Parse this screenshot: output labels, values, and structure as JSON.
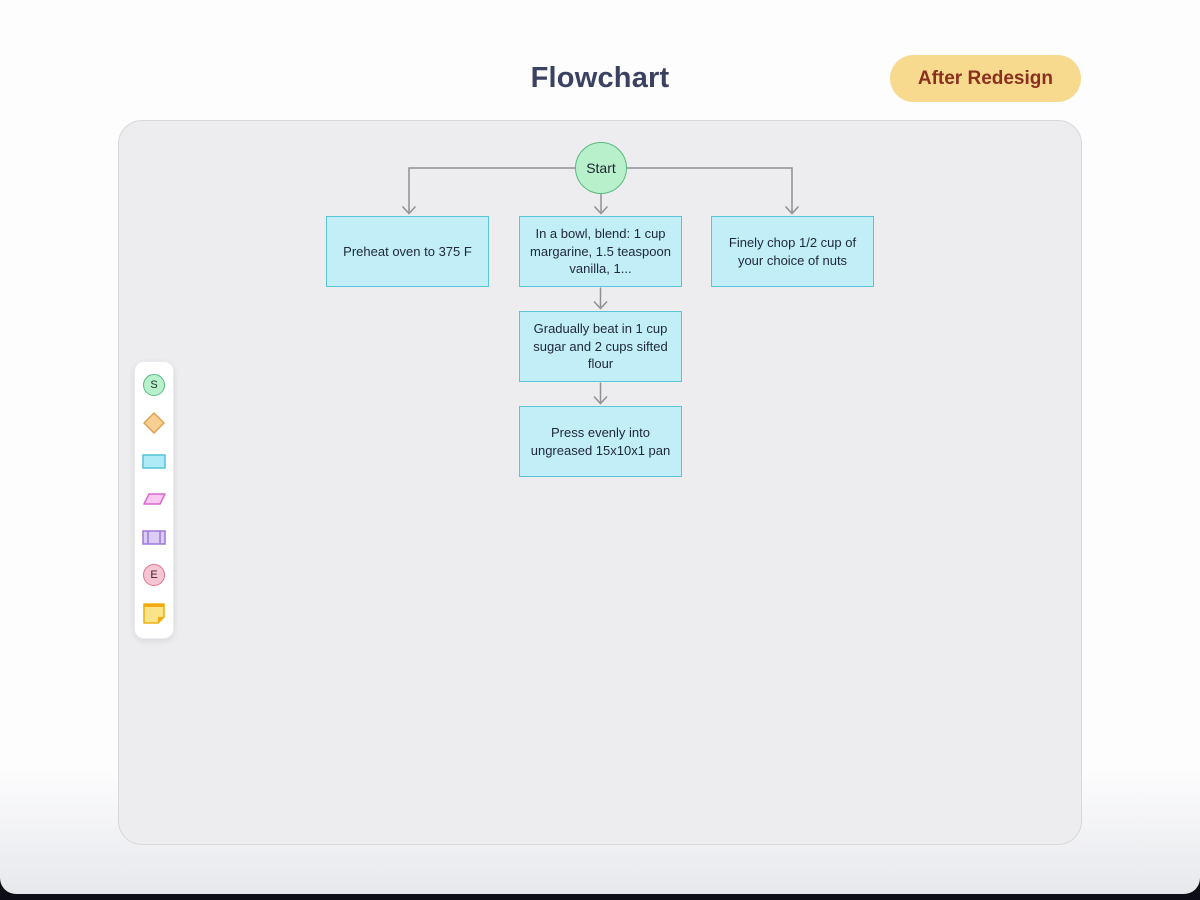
{
  "header": {
    "title": "Flowchart",
    "badge_label": "After Redesign"
  },
  "colors": {
    "title_text": "#3b4161",
    "badge_bg": "#f8da8e",
    "badge_text": "#8b2f1f",
    "canvas_bg": "#ededef",
    "process_fill": "#c2eef8",
    "process_border": "#5ac5da",
    "start_fill": "#b7f0ca",
    "start_border": "#57ba81",
    "end_fill": "#f6c5d3",
    "end_border": "#e2718f",
    "decision_fill": "#f7cf92",
    "decision_border": "#dfa055",
    "io_fill": "#fac9f1",
    "io_border": "#d968ce",
    "subroutine_fill": "#dccbf5",
    "subroutine_border": "#9d7ad7",
    "note_fill": "#fbe38a",
    "note_accent": "#f0ab10",
    "connector": "#8f9094",
    "node_text": "#20293c"
  },
  "toolbar": {
    "items": [
      {
        "name": "start-shape",
        "glyph": "S"
      },
      {
        "name": "decision-shape",
        "glyph": ""
      },
      {
        "name": "process-shape",
        "glyph": ""
      },
      {
        "name": "input-output-shape",
        "glyph": ""
      },
      {
        "name": "subroutine-shape",
        "glyph": ""
      },
      {
        "name": "end-shape",
        "glyph": "E"
      },
      {
        "name": "sticky-note",
        "glyph": ""
      }
    ]
  },
  "flowchart": {
    "nodes": [
      {
        "id": "start",
        "type": "start",
        "label": "Start"
      },
      {
        "id": "step1",
        "type": "process",
        "label": "Preheat oven to 375 F"
      },
      {
        "id": "step2",
        "type": "process",
        "label": "In a bowl, blend: 1 cup margarine, 1.5 teaspoon vanilla, 1..."
      },
      {
        "id": "step3",
        "type": "process",
        "label": "Finely chop 1/2 cup of your choice of nuts"
      },
      {
        "id": "step4",
        "type": "process",
        "label": "Gradually beat in 1 cup sugar and 2 cups sifted flour"
      },
      {
        "id": "step5",
        "type": "process",
        "label": "Press evenly into ungreased 15x10x1 pan"
      }
    ],
    "edges": [
      [
        "start",
        "step1"
      ],
      [
        "start",
        "step2"
      ],
      [
        "start",
        "step3"
      ],
      [
        "step2",
        "step4"
      ],
      [
        "step4",
        "step5"
      ]
    ]
  }
}
